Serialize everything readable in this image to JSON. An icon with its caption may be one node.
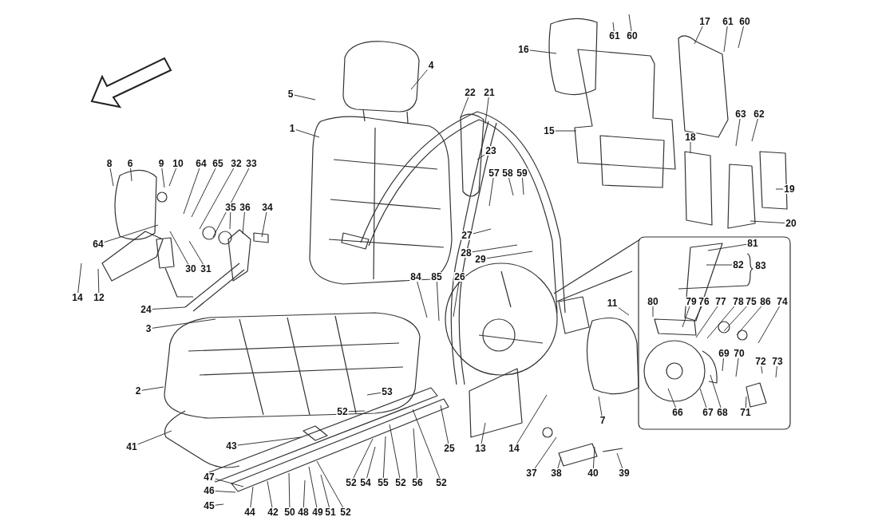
{
  "diagram": {
    "nodes": [
      {
        "text": [
          "17"
        ]
      },
      {
        "text": [
          "61"
        ]
      },
      {
        "text": [
          "60"
        ]
      },
      {
        "text": [
          "61"
        ]
      },
      {
        "text": [
          "60"
        ]
      },
      {
        "text": [
          "16"
        ]
      },
      {
        "text": [
          "4"
        ]
      },
      {
        "text": [
          "22"
        ]
      },
      {
        "text": [
          "21"
        ]
      },
      {
        "text": [
          "5"
        ]
      },
      {
        "text": [
          "63"
        ]
      },
      {
        "text": [
          "62"
        ]
      },
      {
        "text": [
          "1"
        ]
      },
      {
        "text": [
          "15"
        ]
      },
      {
        "text": [
          "18"
        ]
      },
      {
        "text": [
          "23"
        ]
      },
      {
        "text": [
          "8"
        ]
      },
      {
        "text": [
          "6"
        ]
      },
      {
        "text": [
          "9"
        ]
      },
      {
        "text": [
          "10"
        ]
      },
      {
        "text": [
          "64"
        ]
      },
      {
        "text": [
          "65"
        ]
      },
      {
        "text": [
          "32"
        ]
      },
      {
        "text": [
          "33"
        ]
      },
      {
        "text": [
          "57"
        ]
      },
      {
        "text": [
          "58"
        ]
      },
      {
        "text": [
          "59"
        ]
      },
      {
        "text": [
          "19"
        ]
      },
      {
        "text": [
          "35"
        ]
      },
      {
        "text": [
          "36"
        ]
      },
      {
        "text": [
          "34"
        ]
      },
      {
        "text": [
          "20"
        ]
      },
      {
        "text": [
          "27"
        ]
      },
      {
        "text": [
          "81"
        ]
      },
      {
        "text": [
          "64"
        ]
      },
      {
        "text": [
          "28"
        ]
      },
      {
        "text": [
          "29"
        ]
      },
      {
        "text": [
          "82"
        ]
      },
      {
        "text": [
          "30"
        ]
      },
      {
        "text": [
          "31"
        ]
      },
      {
        "text": [
          "84"
        ]
      },
      {
        "text": [
          "85"
        ]
      },
      {
        "text": [
          "26"
        ]
      },
      {
        "text": [
          "14"
        ]
      },
      {
        "text": [
          "12"
        ]
      },
      {
        "text": [
          "80"
        ]
      },
      {
        "text": [
          "79"
        ]
      },
      {
        "text": [
          "76"
        ]
      },
      {
        "text": [
          "77"
        ]
      },
      {
        "text": [
          "78"
        ]
      },
      {
        "text": [
          "75"
        ]
      },
      {
        "text": [
          "86"
        ]
      },
      {
        "text": [
          "74"
        ]
      },
      {
        "text": [
          "11"
        ]
      },
      {
        "text": [
          "24"
        ]
      },
      {
        "text": [
          "3"
        ]
      },
      {
        "text": [
          "69"
        ]
      },
      {
        "text": [
          "70"
        ]
      },
      {
        "text": [
          "72"
        ]
      },
      {
        "text": [
          "73"
        ]
      },
      {
        "text": [
          "2"
        ]
      },
      {
        "text": [
          "53"
        ]
      },
      {
        "text": [
          "52"
        ]
      },
      {
        "text": [
          "66"
        ]
      },
      {
        "text": [
          "67"
        ]
      },
      {
        "text": [
          "68"
        ]
      },
      {
        "text": [
          "71"
        ]
      },
      {
        "text": [
          "7"
        ]
      },
      {
        "text": [
          "43"
        ]
      },
      {
        "text": [
          "41"
        ]
      },
      {
        "text": [
          "25"
        ]
      },
      {
        "text": [
          "13"
        ]
      },
      {
        "text": [
          "14"
        ]
      },
      {
        "text": [
          "37"
        ]
      },
      {
        "text": [
          "38"
        ]
      },
      {
        "text": [
          "40"
        ]
      },
      {
        "text": [
          "39"
        ]
      },
      {
        "text": [
          "47"
        ]
      },
      {
        "text": [
          "52"
        ]
      },
      {
        "text": [
          "54"
        ]
      },
      {
        "text": [
          "55"
        ]
      },
      {
        "text": [
          "52"
        ]
      },
      {
        "text": [
          "56"
        ]
      },
      {
        "text": [
          "52"
        ]
      },
      {
        "text": [
          "46"
        ]
      },
      {
        "text": [
          "45"
        ]
      },
      {
        "text": [
          "44"
        ]
      },
      {
        "text": [
          "42"
        ]
      },
      {
        "text": [
          "50"
        ]
      },
      {
        "text": [
          "48"
        ]
      },
      {
        "text": [
          "49"
        ]
      },
      {
        "text": [
          "51"
        ]
      },
      {
        "text": [
          "52"
        ]
      }
    ],
    "edges": [
      {
        "from": 0,
        "to": null,
        "arrow": "none"
      },
      {
        "from": 1,
        "to": null,
        "arrow": "none"
      },
      {
        "from": 2,
        "to": null,
        "arrow": "none"
      },
      {
        "from": 3,
        "to": null,
        "arrow": "none"
      },
      {
        "from": 4,
        "to": null,
        "arrow": "none"
      },
      {
        "from": 5,
        "to": null,
        "arrow": "none"
      },
      {
        "from": 6,
        "to": null,
        "arrow": "none"
      },
      {
        "from": 7,
        "to": null,
        "arrow": "none"
      },
      {
        "from": 8,
        "to": null,
        "arrow": "none"
      },
      {
        "from": 9,
        "to": null,
        "arrow": "none"
      },
      {
        "from": 10,
        "to": null,
        "arrow": "none"
      },
      {
        "from": 11,
        "to": null,
        "arrow": "none"
      },
      {
        "from": 12,
        "to": null,
        "arrow": "none"
      },
      {
        "from": 13,
        "to": null,
        "arrow": "none"
      },
      {
        "from": 14,
        "to": null,
        "arrow": "none"
      },
      {
        "from": 15,
        "to": null,
        "arrow": "none"
      },
      {
        "from": 16,
        "to": null,
        "arrow": "none"
      },
      {
        "from": 17,
        "to": null,
        "arrow": "none"
      },
      {
        "from": 18,
        "to": null,
        "arrow": "none"
      },
      {
        "from": 19,
        "to": null,
        "arrow": "none"
      },
      {
        "from": 20,
        "to": null,
        "arrow": "none"
      },
      {
        "from": 21,
        "to": null,
        "arrow": "none"
      },
      {
        "from": 22,
        "to": null,
        "arrow": "none"
      },
      {
        "from": 23,
        "to": null,
        "arrow": "none"
      },
      {
        "from": 24,
        "to": null,
        "arrow": "none"
      },
      {
        "from": 25,
        "to": null,
        "arrow": "none"
      },
      {
        "from": 26,
        "to": null,
        "arrow": "none"
      },
      {
        "from": 27,
        "to": null,
        "arrow": "none"
      },
      {
        "from": 28,
        "to": null,
        "arrow": "none"
      },
      {
        "from": 29,
        "to": null,
        "arrow": "none"
      },
      {
        "from": 30,
        "to": null,
        "arrow": "none"
      },
      {
        "from": 31,
        "to": null,
        "arrow": "none"
      },
      {
        "from": 32,
        "to": null,
        "arrow": "none"
      },
      {
        "from": 33,
        "to": null,
        "arrow": "none"
      },
      {
        "from": 34,
        "to": null,
        "arrow": "none"
      },
      {
        "from": 35,
        "to": null,
        "arrow": "none"
      },
      {
        "from": 36,
        "to": null,
        "arrow": "none"
      },
      {
        "from": 37,
        "to": null,
        "arrow": "none"
      },
      {
        "from": 38,
        "to": null,
        "arrow": "none"
      },
      {
        "from": 39,
        "to": null,
        "arrow": "none"
      },
      {
        "from": 40,
        "to": null,
        "arrow": "none"
      },
      {
        "from": 41,
        "to": null,
        "arrow": "none"
      },
      {
        "from": 42,
        "to": null,
        "arrow": "none"
      },
      {
        "from": 43,
        "to": null,
        "arrow": "none"
      },
      {
        "from": 44,
        "to": null,
        "arrow": "none"
      },
      {
        "from": 45,
        "to": null,
        "arrow": "none"
      },
      {
        "from": 46,
        "to": null,
        "arrow": "none"
      },
      {
        "from": 47,
        "to": null,
        "arrow": "none"
      },
      {
        "from": 48,
        "to": null,
        "arrow": "none"
      },
      {
        "from": 49,
        "to": null,
        "arrow": "none"
      },
      {
        "from": 50,
        "to": null,
        "arrow": "none"
      },
      {
        "from": 51,
        "to": null,
        "arrow": "none"
      },
      {
        "from": 52,
        "to": null,
        "arrow": "none"
      },
      {
        "from": 53,
        "to": null,
        "arrow": "none"
      },
      {
        "from": 54,
        "to": null,
        "arrow": "none"
      },
      {
        "from": 55,
        "to": null,
        "arrow": "none"
      },
      {
        "from": 56,
        "to": null,
        "arrow": "none"
      },
      {
        "from": 57,
        "to": null,
        "arrow": "none"
      },
      {
        "from": 58,
        "to": null,
        "arrow": "none"
      },
      {
        "from": 59,
        "to": null,
        "arrow": "none"
      },
      {
        "from": 60,
        "to": null,
        "arrow": "none"
      },
      {
        "from": 61,
        "to": null,
        "arrow": "none"
      },
      {
        "from": 62,
        "to": null,
        "arrow": "none"
      },
      {
        "from": 63,
        "to": null,
        "arrow": "none"
      },
      {
        "from": 64,
        "to": null,
        "arrow": "none"
      },
      {
        "from": 65,
        "to": null,
        "arrow": "none"
      },
      {
        "from": 66,
        "to": null,
        "arrow": "none"
      },
      {
        "from": 67,
        "to": null,
        "arrow": "none"
      },
      {
        "from": 68,
        "to": null,
        "arrow": "none"
      },
      {
        "from": 69,
        "to": null,
        "arrow": "none"
      },
      {
        "from": 70,
        "to": null,
        "arrow": "none"
      },
      {
        "from": 71,
        "to": null,
        "arrow": "none"
      },
      {
        "from": 72,
        "to": null,
        "arrow": "none"
      },
      {
        "from": 73,
        "to": null,
        "arrow": "none"
      },
      {
        "from": 74,
        "to": null,
        "arrow": "none"
      },
      {
        "from": 75,
        "to": null,
        "arrow": "none"
      },
      {
        "from": 76,
        "to": null,
        "arrow": "none"
      },
      {
        "from": 77,
        "to": null,
        "arrow": "none"
      },
      {
        "from": 78,
        "to": null,
        "arrow": "none"
      },
      {
        "from": 79,
        "to": null,
        "arrow": "none"
      },
      {
        "from": 80,
        "to": null,
        "arrow": "none"
      },
      {
        "from": 81,
        "to": null,
        "arrow": "none"
      },
      {
        "from": 82,
        "to": null,
        "arrow": "none"
      },
      {
        "from": 83,
        "to": null,
        "arrow": "none"
      },
      {
        "from": 84,
        "to": null,
        "arrow": "none"
      },
      {
        "from": 85,
        "to": null,
        "arrow": "none"
      },
      {
        "from": 86,
        "to": null,
        "arrow": "none"
      },
      {
        "from": 87,
        "to": null,
        "arrow": "none"
      },
      {
        "from": 88,
        "to": null,
        "arrow": "none"
      },
      {
        "from": 89,
        "to": null,
        "arrow": "none"
      },
      {
        "from": 90,
        "to": null,
        "arrow": "none"
      },
      {
        "from": 91,
        "to": null,
        "arrow": "none"
      },
      {
        "from": 92,
        "to": null,
        "arrow": "none"
      }
    ],
    "labels": [
      "83"
    ]
  }
}
